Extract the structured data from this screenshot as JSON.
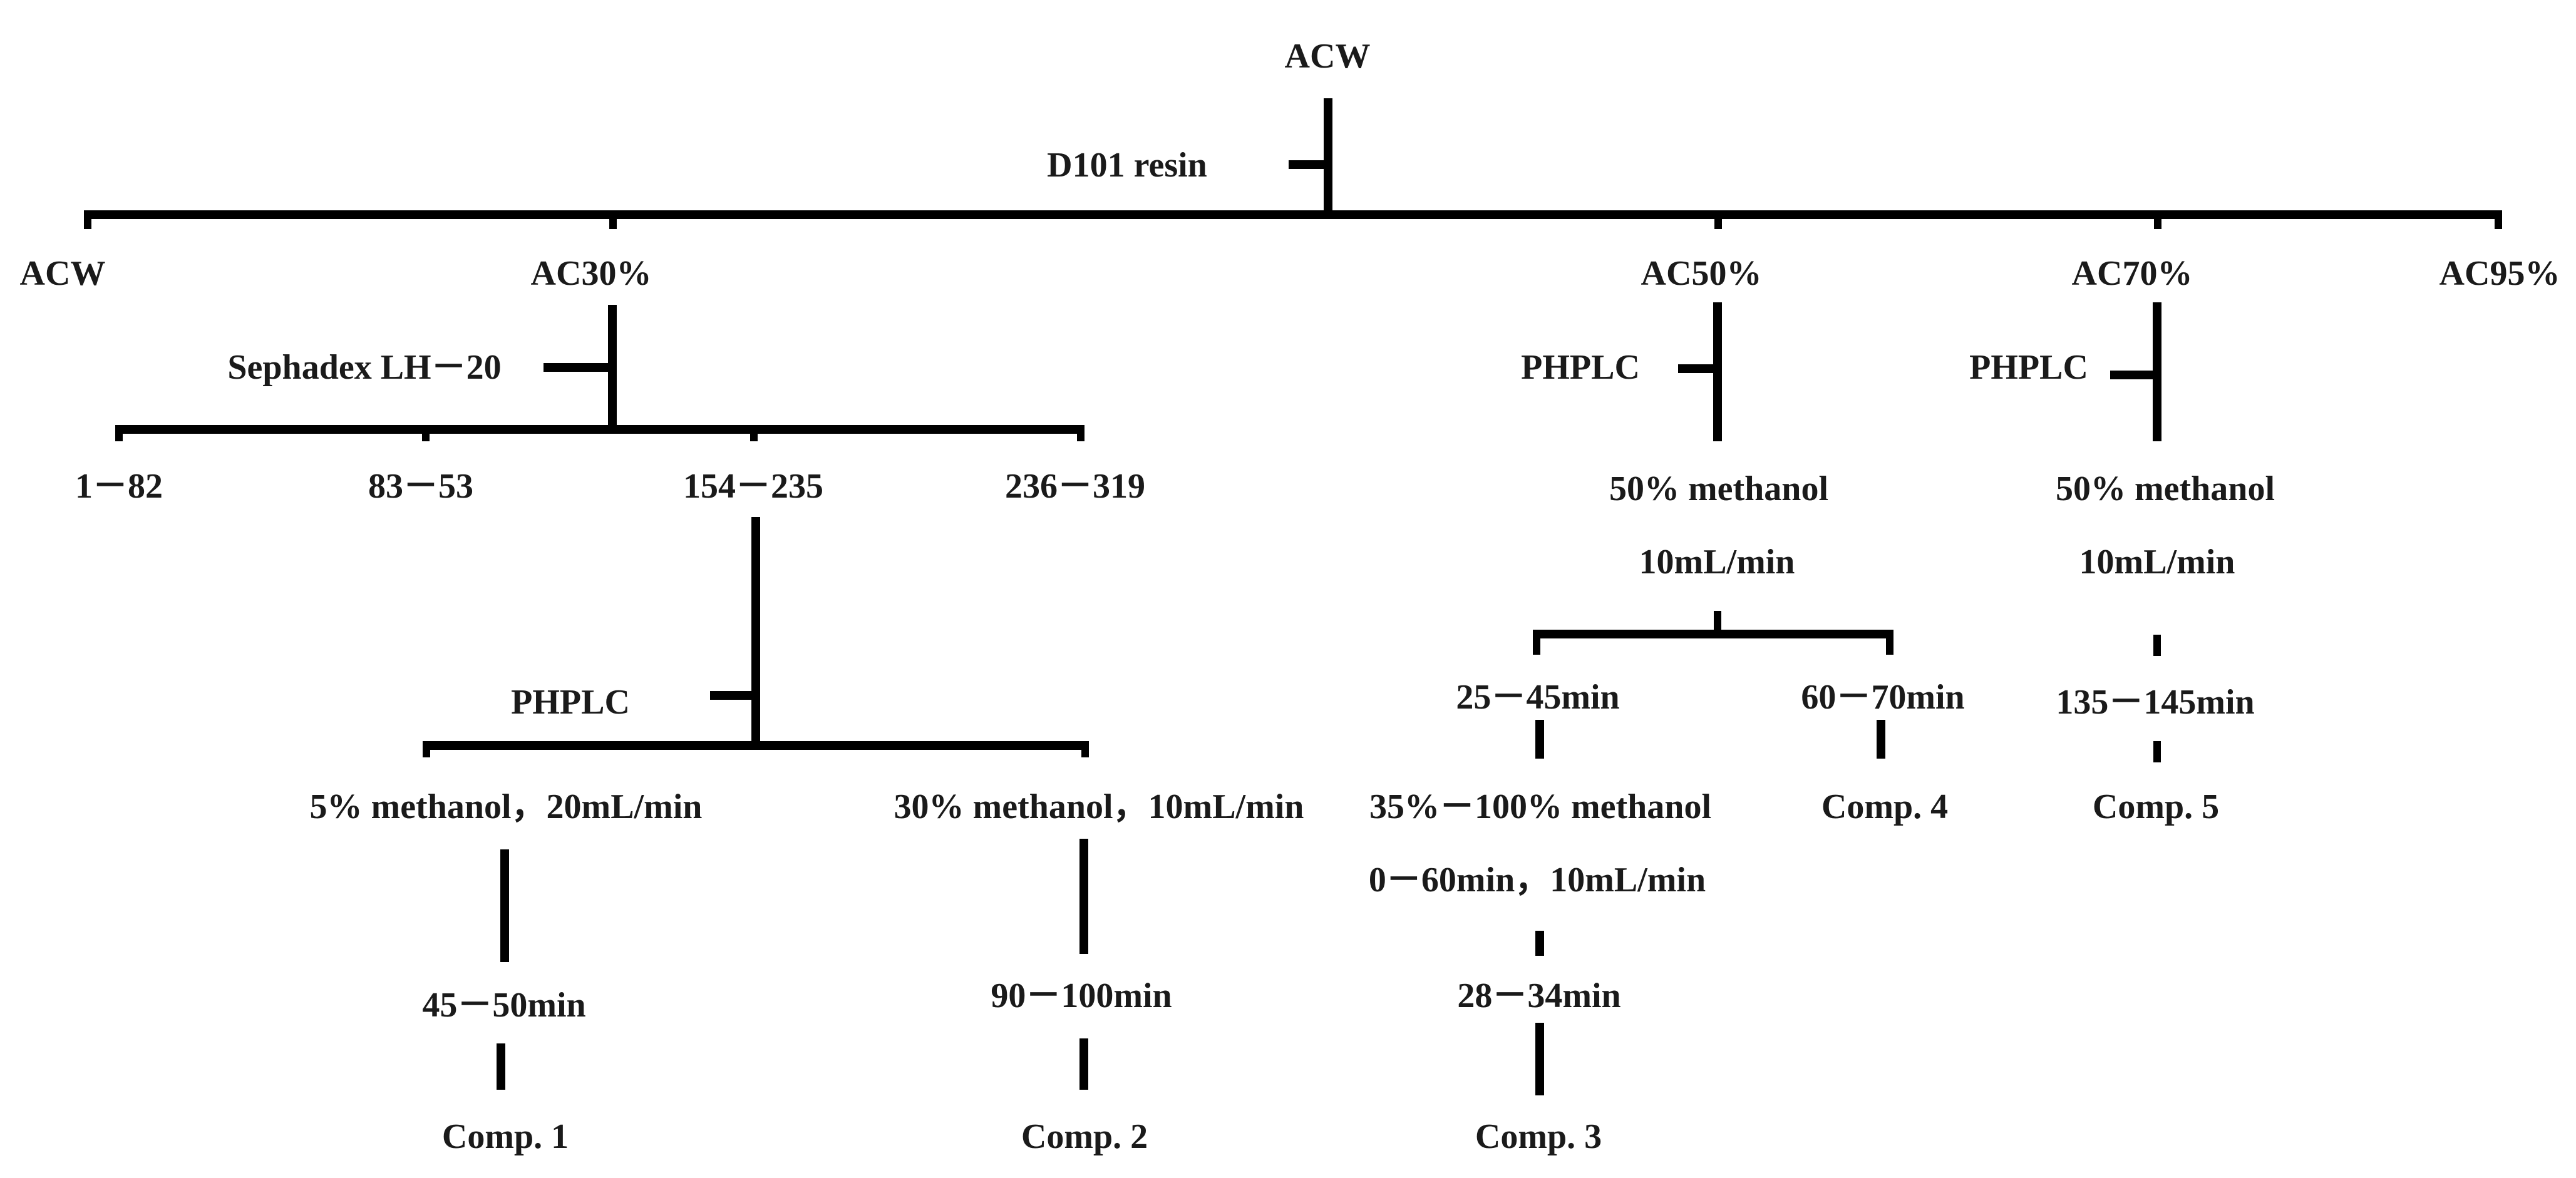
{
  "diagram": {
    "root": "ACW",
    "resin": "D101 resin",
    "fractions": {
      "acw": "ACW",
      "ac30": "AC30%",
      "ac50": "AC50%",
      "ac70": "AC70%",
      "ac95": "AC95%"
    },
    "branch_ac30": {
      "method": "Sephadex LH－20",
      "sub_fractions": [
        "1－82",
        "83－53",
        "154－235",
        "236－319"
      ],
      "method2": "PHPLC",
      "cond_left": "5% methanol，20mL/min",
      "cond_right": "30% methanol，10mL/min",
      "time_left": "45－50min",
      "time_right": "90－100min",
      "comp1": "Comp. 1",
      "comp2": "Comp. 2"
    },
    "branch_ac50": {
      "method": "PHPLC",
      "cond1": "50% methanol",
      "cond2": "10mL/min",
      "time_left": "25－45min",
      "time_right": "60－70min",
      "gradient1": "35%－100% methanol",
      "gradient2": "0－60min，10mL/min",
      "time_final": "28－34min",
      "comp3": "Comp. 3",
      "comp4": "Comp. 4"
    },
    "branch_ac70": {
      "method": "PHPLC",
      "cond1": "50% methanol",
      "cond2": "10mL/min",
      "time": "135－145min",
      "comp5": "Comp. 5"
    }
  }
}
